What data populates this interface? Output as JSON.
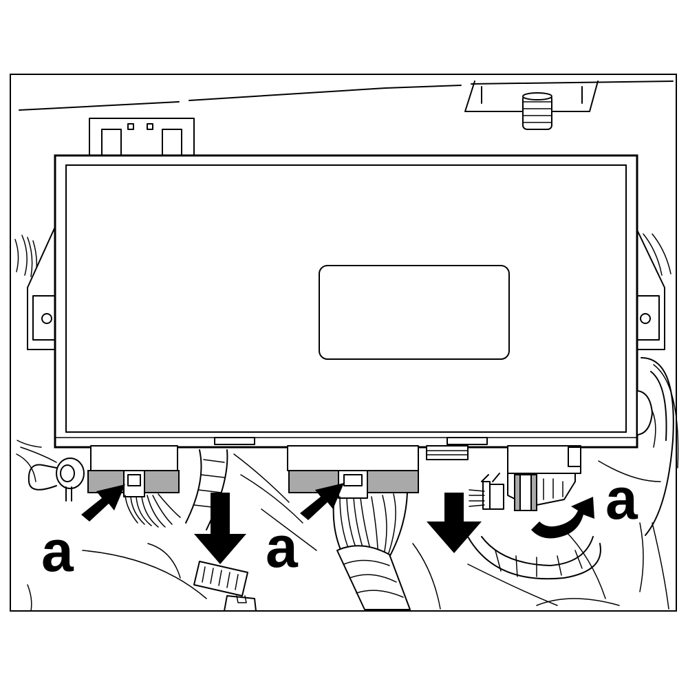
{
  "figure": {
    "callout_letter": "a",
    "callouts": [
      {
        "id": "left",
        "label": "a",
        "arrow": "diagonal-pointer"
      },
      {
        "id": "center",
        "label": "a",
        "arrow": "diagonal-pointer"
      },
      {
        "id": "right",
        "label": "a",
        "arrow": "curved-rotate"
      }
    ],
    "disconnect_arrows": [
      {
        "id": "left-down",
        "direction": "down"
      },
      {
        "id": "right-down",
        "direction": "down"
      }
    ],
    "colors": {
      "line": "#000000",
      "background": "#ffffff",
      "connector_shading": "#a9a9a9"
    }
  }
}
